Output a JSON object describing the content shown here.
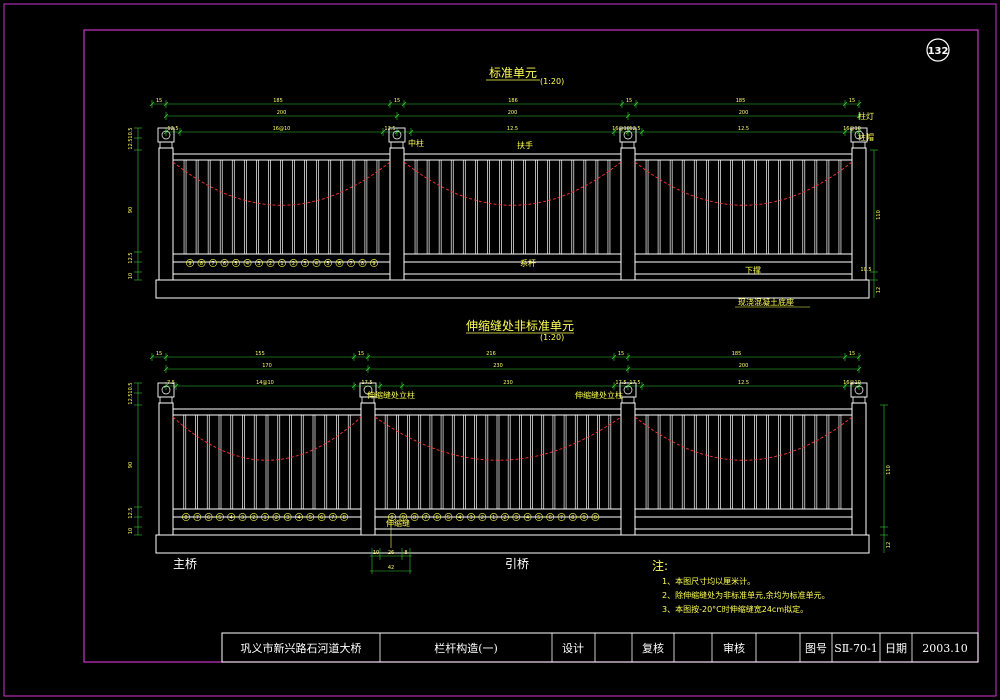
{
  "page_number": "132",
  "top": {
    "title": "标准单元",
    "scale": "(1:20)",
    "dims_outer": [
      "15",
      "185",
      "15",
      "186",
      "15",
      "185",
      "15"
    ],
    "dims_span": [
      "200",
      "200",
      "200"
    ],
    "dims_inner": [
      "12.5",
      "16@10",
      "12.5",
      "12.5",
      "16@10",
      "12.5",
      "12.5",
      "16@10",
      "12.5"
    ],
    "height_dims": [
      "10.5",
      "12.5",
      "90",
      "12.5",
      "10"
    ],
    "right_dims": [
      "110",
      "10.5",
      "12"
    ],
    "labels": {
      "lamp": "柱灯",
      "cap": "柱帽",
      "mid_post": "中柱",
      "handrail": "扶手",
      "rail": "系杆",
      "bottom_beam": "下撑",
      "base": "现浇混凝土底座"
    },
    "numbers": [
      "9",
      "8",
      "7",
      "6",
      "5",
      "4",
      "3",
      "2",
      "1",
      "2",
      "3",
      "4",
      "5",
      "6",
      "7",
      "8",
      "9"
    ]
  },
  "bottom": {
    "title": "伸缩缝处非标准单元",
    "scale": "(1:20)",
    "dims_outer": [
      "15",
      "155",
      "15",
      "216",
      "15",
      "185",
      "15"
    ],
    "dims_span": [
      "170",
      "230",
      "200"
    ],
    "dims_inner": [
      "7.5",
      "14@10",
      "17.5",
      "17.5",
      "17.5",
      "12.5",
      "16@10",
      "12.5"
    ],
    "mid_dim": "230",
    "height_dims": [
      "10.5",
      "12.5",
      "90",
      "12.5",
      "10"
    ],
    "right_dims": [
      "110",
      "12"
    ],
    "labels": {
      "exp_post_left": "伸缩缝处立柱",
      "exp_post_right": "伸缩缝处立柱",
      "exp_joint": "伸缩缝",
      "main_bridge": "主桥",
      "approach": "引桥"
    },
    "joint_dims": [
      "10",
      "26",
      "8"
    ],
    "joint_total": "42",
    "numbers_left": [
      "8",
      "7",
      "6",
      "5",
      "4",
      "3",
      "2",
      "1",
      "2",
      "3",
      "4",
      "5",
      "6",
      "7",
      "8"
    ],
    "numbers_mid": [
      "0",
      "9",
      "8",
      "7",
      "6",
      "5",
      "4",
      "3",
      "2",
      "1",
      "2",
      "3",
      "4",
      "5",
      "6",
      "7",
      "8",
      "9",
      "0"
    ]
  },
  "notes": {
    "heading": "注:",
    "items": [
      "1、本图尺寸均以厘米计。",
      "2、除伸缩缝处为非标准单元,余均为标准单元。",
      "3、本图按-20°C时伸缩缝宽24cm拟定。"
    ]
  },
  "title_block": {
    "project": "巩义市新兴路石河道大桥",
    "drawing": "栏杆构造(一)",
    "design": "设计",
    "review": "复核",
    "approve": "审核",
    "drawing_no_label": "图号",
    "drawing_no": "SⅡ-70-1",
    "date_label": "日期",
    "date": "2003.10"
  },
  "colors": {
    "frame": "#cc33cc",
    "line": "#ffffff",
    "text": "#ffff55",
    "dim": "#33cc33",
    "catenary": "#ff3333"
  }
}
